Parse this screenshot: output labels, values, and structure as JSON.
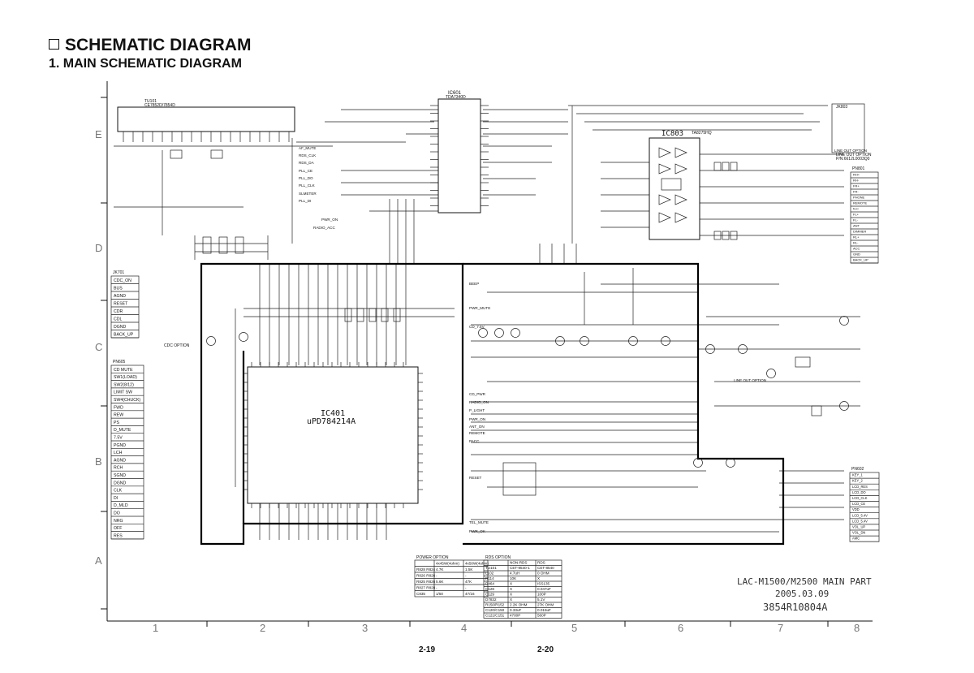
{
  "header": {
    "section_title": "SCHEMATIC DIAGRAM",
    "sub_title": "1. MAIN SCHEMATIC DIAGRAM"
  },
  "grid": {
    "columns": [
      "1",
      "2",
      "3",
      "4",
      "5",
      "6",
      "7",
      "8"
    ],
    "rows": [
      "E",
      "D",
      "C",
      "B",
      "A"
    ]
  },
  "ics": [
    {
      "ref": "IC401",
      "part": "uPD784214A"
    },
    {
      "ref": "IC803",
      "part": "TA8275HQ"
    },
    {
      "ref": "IC601",
      "part": "TDA7340D"
    }
  ],
  "tuner": {
    "ref": "TU101",
    "part": "CE7852D/7854D"
  },
  "connector_left_a": {
    "ref": "JK701",
    "pins": [
      "CDC_ON",
      "BUS",
      "AGND",
      "RESET",
      "CDR",
      "CDL",
      "DGND",
      "BACK_UP"
    ],
    "option": "CDC OPTION"
  },
  "connector_left_b": {
    "ref": "PN605",
    "pins": [
      "CD MUTE",
      "SW1(LOAD)",
      "SW2(8/12)",
      "LIMIT SW",
      "SW4(CHUCK)",
      "FWD",
      "REW",
      "PS",
      "D_MUTE",
      "7.5V",
      "PGND",
      "LCH",
      "AGND",
      "RCH",
      "SGND",
      "DGND",
      "CLK",
      "DI",
      "D_MLD",
      "DO",
      "NRG",
      "OFF",
      "RES"
    ]
  },
  "connector_right_a": {
    "ref": "PN801",
    "pins": [
      "RH+",
      "RH-",
      "FR+",
      "FR-",
      "PHONE",
      "REMOTE",
      "N.C",
      "FL+",
      "FL-",
      "ANT",
      "DIMMER",
      "RL+",
      "RL-",
      "ACC",
      "GND",
      "BACK_UP"
    ]
  },
  "connector_right_b": {
    "ref": "PN602",
    "pins": [
      "KEY_1",
      "KEY_2",
      "LCD_RES",
      "LCD_DO",
      "LCD_CLK",
      "LCD_CE",
      "VDD",
      "LCD_5.4V",
      "LCD_5.4V",
      "VOL_UP",
      "VOL_DN",
      "AMC"
    ]
  },
  "signals": [
    "AF_MUTE",
    "RDS_CLK",
    "RDS_DA",
    "PLL_CE",
    "PLL_DO",
    "PLL_CLK",
    "SLMETER",
    "PLL_DI",
    "PWR_ON",
    "RADIO_ACC",
    "BEEP",
    "PWR_MUTE",
    "CD_7.5V",
    "CD_PWR",
    "RADIO_ON",
    "P_LIGHT",
    "PWR_ON",
    "ANT_ON",
    "REMOTE",
    "PACC",
    "RESET",
    "TEL_MUTE",
    "PWR_OK",
    "LINE OUT OPTION",
    "LINE OUT OPTION"
  ],
  "power_option_table": {
    "title": "POWER OPTION",
    "header": [
      "",
      "4x45W(4ohm)",
      "4x50W(4ohm)"
    ],
    "rows": [
      [
        "R828 R824",
        "4.7K",
        "1.5K"
      ],
      [
        "R826 R826",
        "-",
        "-"
      ],
      [
        "R825 R826",
        "5.6K",
        "47K"
      ],
      [
        "R827 R828",
        "-",
        "-"
      ],
      [
        "C835",
        "1/50",
        "47/16"
      ]
    ]
  },
  "rds_option_table": {
    "title": "RDS OPTION",
    "header": [
      "",
      "NON-RDS",
      "RDS"
    ],
    "rows": [
      [
        "TU101",
        "CET-9540-1",
        "CET-8540"
      ],
      [
        "L102",
        "4.7uH",
        "0 OHM"
      ],
      [
        "R114",
        "10K",
        "X"
      ],
      [
        "D464",
        "X",
        "ISS135"
      ],
      [
        "C128",
        "X",
        "0.047uF"
      ],
      [
        "C129",
        "X",
        "100P"
      ],
      [
        "D7832",
        "X",
        "5.1V"
      ],
      [
        "R150/R152",
        "2.2K OHM",
        "27K OHM"
      ],
      [
        "C120/C150",
        "0.33uF",
        "0.015uF"
      ],
      [
        "C121/C151",
        "4700P",
        "560P"
      ]
    ]
  },
  "title_block": {
    "model": "LAC-M1500/M2500 MAIN PART",
    "date": "2005.03.09",
    "drawing_no": "3854R10804A"
  },
  "page_numbers": {
    "left": "2-19",
    "right": "2-20"
  },
  "jack": {
    "ref": "JK803",
    "note": "LINE OUT OPTION",
    "part": "P/N:6612L0003Q0"
  }
}
